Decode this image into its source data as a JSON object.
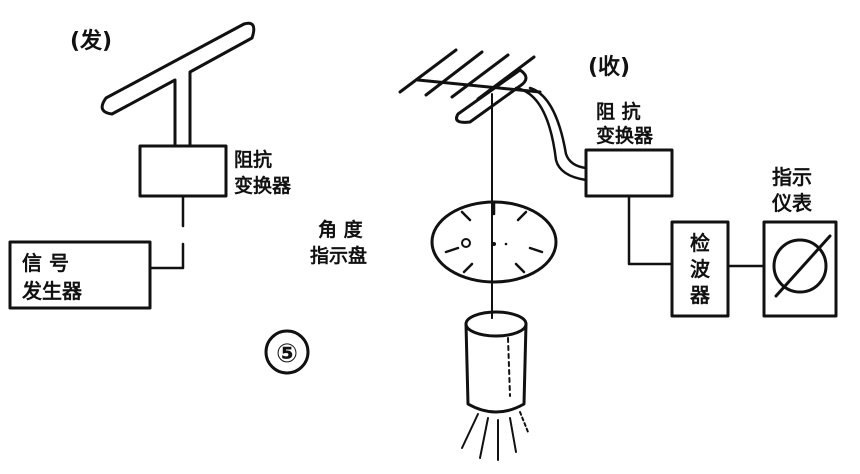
{
  "figure_number": "⑤",
  "transmitter": {
    "label": "(发)",
    "impedance_converter": [
      "阻抗",
      "变换器"
    ],
    "signal_generator": [
      "信    号",
      "发生器"
    ]
  },
  "receiver": {
    "label": "(收)",
    "impedance_converter": [
      "阻  抗",
      "变换器"
    ],
    "angle_dial": [
      "角  度",
      "指示盘"
    ],
    "detector": [
      "检",
      "波",
      "器"
    ],
    "indicator_meter": [
      "指示",
      "仪表"
    ]
  }
}
